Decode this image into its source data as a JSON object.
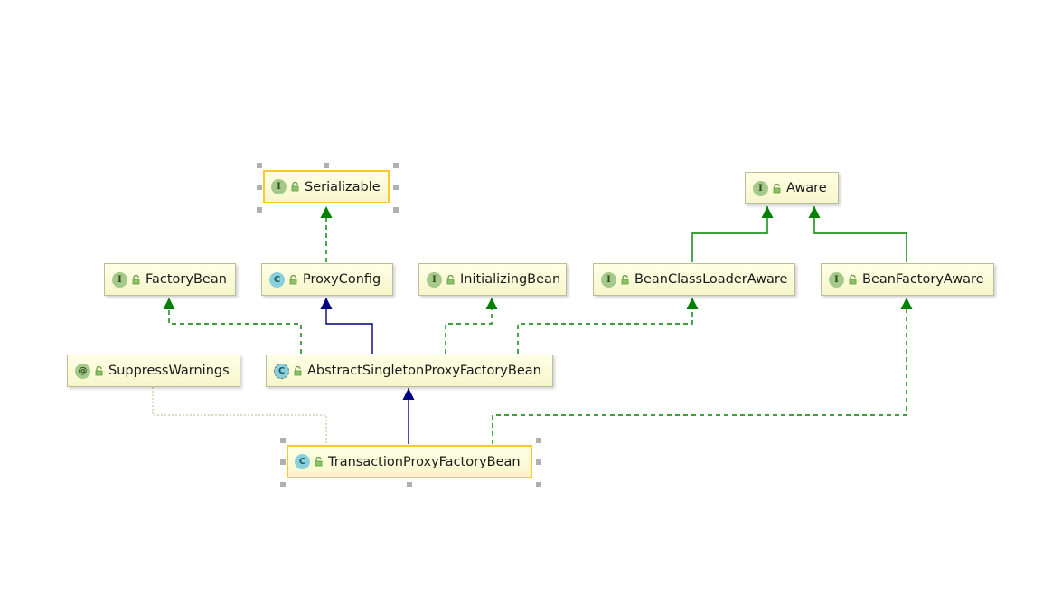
{
  "nodes": {
    "serializable": {
      "name": "Serializable",
      "kind": "I"
    },
    "aware": {
      "name": "Aware",
      "kind": "I"
    },
    "factory_bean": {
      "name": "FactoryBean",
      "kind": "I"
    },
    "proxy_config": {
      "name": "ProxyConfig",
      "kind": "C"
    },
    "initializing_bean": {
      "name": "InitializingBean",
      "kind": "I"
    },
    "bean_class_loader_aware": {
      "name": "BeanClassLoaderAware",
      "kind": "I"
    },
    "bean_factory_aware": {
      "name": "BeanFactoryAware",
      "kind": "I"
    },
    "suppress_warnings": {
      "name": "SuppressWarnings",
      "kind": "@"
    },
    "abstract_singleton_proxy_factory_bean": {
      "name": "AbstractSingletonProxyFactoryBean",
      "kind": "C"
    },
    "transaction_proxy_factory_bean": {
      "name": "TransactionProxyFactoryBean",
      "kind": "C"
    }
  },
  "colors": {
    "extends": "#000080",
    "implements": "#008000",
    "annotation_link": "#c8c89a",
    "selection": "#ffc72c"
  }
}
